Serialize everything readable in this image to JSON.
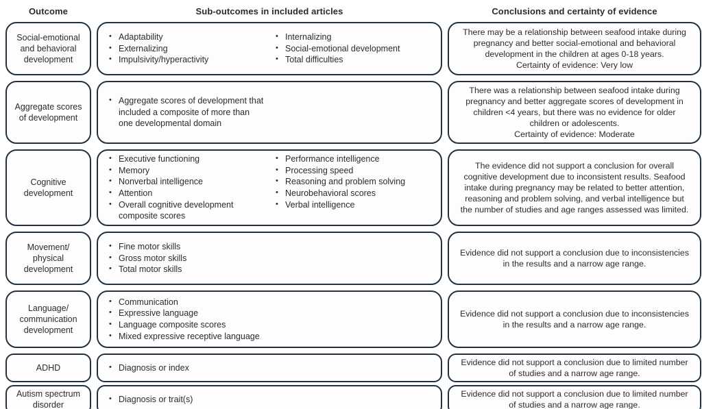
{
  "colors": {
    "border": "#22303d",
    "text": "#2b2b2b",
    "background": "#ffffff"
  },
  "bullet_glyph": "•",
  "header": {
    "outcome": "Outcome",
    "sub_outcomes": "Sub-outcomes in included articles",
    "conclusions": "Conclusions and certainty of evidence"
  },
  "rows": [
    {
      "outcome": "Social-emotional and behavioral development",
      "sub_col1": [
        "Adaptability",
        "Externalizing",
        "Impulsivity/hyperactivity"
      ],
      "sub_col2": [
        "Internalizing",
        "Social-emotional development",
        "Total difficulties"
      ],
      "conclusion": "There may be a relationship between seafood intake during pregnancy and better social-emotional and behavioral development in the children at ages 0-18 years.",
      "certainty": "Certainty of evidence: Very low"
    },
    {
      "outcome": "Aggregate scores of development",
      "sub_col1": [
        "Aggregate scores of development that included a composite of more than one developmental domain"
      ],
      "sub_col2": [],
      "conclusion": "There was a relationship between seafood intake during pregnancy and better aggregate scores of development in children <4 years, but there was no evidence for older children or adolescents.",
      "certainty": "Certainty of evidence: Moderate"
    },
    {
      "outcome": "Cognitive development",
      "sub_col1": [
        "Executive functioning",
        "Memory",
        "Nonverbal intelligence",
        "Attention",
        "Overall cognitive development composite scores"
      ],
      "sub_col2": [
        "Performance intelligence",
        "Processing speed",
        "Reasoning and problem solving",
        "Neurobehavioral scores",
        "Verbal intelligence"
      ],
      "conclusion": "The evidence did not support a conclusion for overall cognitive development due to inconsistent results. Seafood intake during pregnancy may be related to better attention, reasoning and problem solving, and verbal intelligence but the number of studies and age ranges assessed was limited.",
      "certainty": ""
    },
    {
      "outcome": "Movement/ physical development",
      "sub_col1": [
        "Fine motor skills",
        "Gross motor skills",
        "Total motor skills"
      ],
      "sub_col2": [],
      "conclusion": "Evidence did not support a conclusion due to inconsistencies in the results and a narrow age range.",
      "certainty": ""
    },
    {
      "outcome": "Language/ communication development",
      "sub_col1": [
        "Communication",
        "Expressive language",
        "Language composite scores",
        "Mixed expressive receptive language"
      ],
      "sub_col2": [],
      "conclusion": "Evidence did not support a conclusion due to inconsistencies in the results and a narrow age range.",
      "certainty": ""
    },
    {
      "outcome": "ADHD",
      "sub_col1": [
        "Diagnosis or index"
      ],
      "sub_col2": [],
      "conclusion": "Evidence did not support a conclusion due to limited number of studies and a narrow age range.",
      "certainty": ""
    },
    {
      "outcome": "Autism spectrum disorder",
      "sub_col1": [
        "Diagnosis or trait(s)"
      ],
      "sub_col2": [],
      "conclusion": "Evidence did not support a conclusion due to limited number of studies and a narrow age range.",
      "certainty": ""
    }
  ]
}
